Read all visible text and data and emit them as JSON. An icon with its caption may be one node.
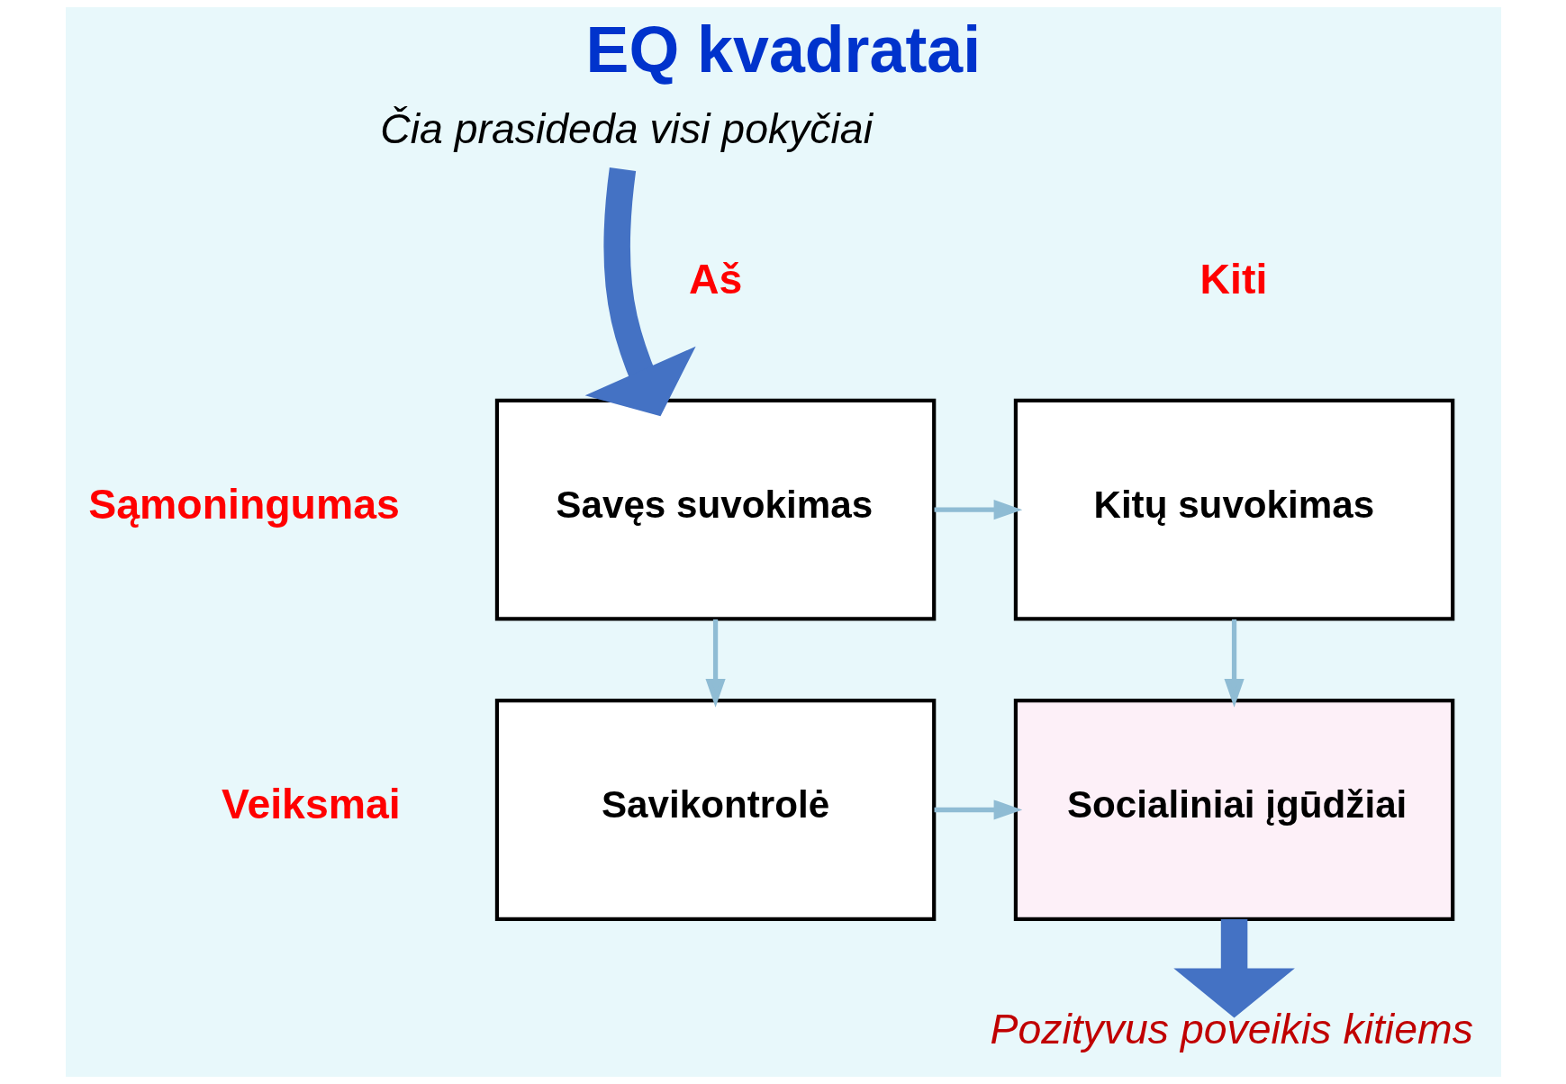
{
  "diagram": {
    "title": "EQ kvadratai",
    "nodes": [
      {
        "text": [
          "Čia prasideda visi pokyčiai"
        ]
      },
      {
        "text": [
          "Savęs suvokimas"
        ]
      },
      {
        "text": [
          "Kitų suvokimas"
        ]
      },
      {
        "text": [
          "Savikontrolė"
        ]
      },
      {
        "text": [
          "Socialiniai įgūdžiai"
        ]
      },
      {
        "text": [
          "Pozityvus poveikis kitiems"
        ]
      }
    ],
    "edges": [
      {
        "from": 0,
        "to": 1,
        "arrow": "to",
        "style": "thick",
        "color": "#4472c4"
      },
      {
        "from": 1,
        "to": 2,
        "arrow": "to"
      },
      {
        "from": 1,
        "to": 3,
        "arrow": "to"
      },
      {
        "from": 2,
        "to": 4,
        "arrow": "to"
      },
      {
        "from": 3,
        "to": 4,
        "arrow": "to"
      },
      {
        "from": 4,
        "to": 5,
        "arrow": "to",
        "style": "thick",
        "color": "#4472c4"
      }
    ],
    "labels": [
      "Aš",
      "Kiti",
      "Sąmoningumas",
      "Veiksmai"
    ]
  }
}
